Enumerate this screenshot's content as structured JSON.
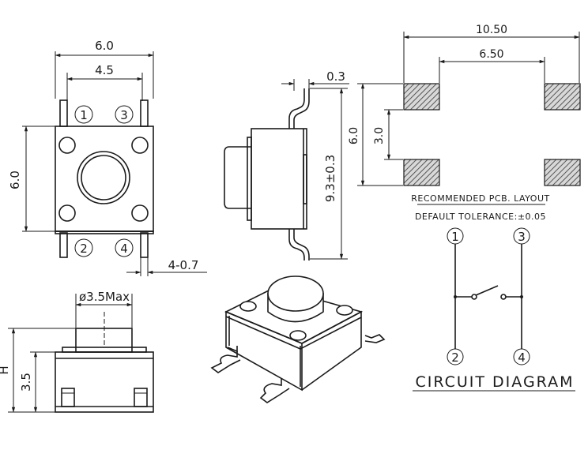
{
  "top_view": {
    "width_outer": "6.0",
    "width_inner": "4.5",
    "height": "6.0",
    "lead_width": "4-0.7",
    "pins": [
      "1",
      "3",
      "2",
      "4"
    ]
  },
  "side_view": {
    "thickness": "0.3",
    "height": "9.3±0.3"
  },
  "pcb_layout": {
    "outer": "10.50",
    "inner": "6.50",
    "height": "6.0",
    "pad_gap": "3.0",
    "title": "RECOMMENDED PCB. LAYOUT",
    "tolerance": "DEFAULT TOLERANCE:±0.05"
  },
  "front_view": {
    "button_dia": "ø3.5Max",
    "h_label": "H",
    "body_height": "3.5"
  },
  "circuit": {
    "title": "CIRCUIT DIAGRAM",
    "pins": [
      "1",
      "3",
      "2",
      "4"
    ]
  },
  "colors": {
    "line": "#1a1a1a",
    "pad_hatch": "#555555",
    "background": "#ffffff"
  }
}
